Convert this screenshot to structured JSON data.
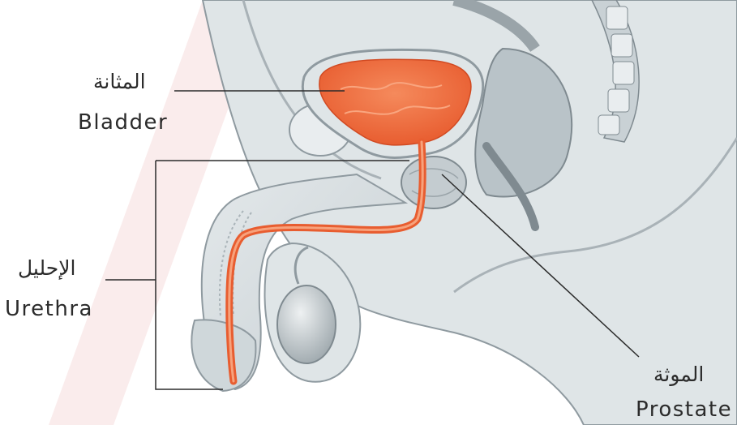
{
  "labels": {
    "bladder_ar": "المثانة",
    "bladder_en": "Bladder",
    "urethra_ar": "الإحليل",
    "urethra_en": "Urethra",
    "prostate_ar": "الموثة",
    "prostate_en": "Prostate"
  },
  "colors": {
    "organ_highlight": "#ef6a3f",
    "tissue_gray": "#d3dadd",
    "tissue_outline": "#8f9aa0",
    "background_band": "#f6dcdc",
    "leader_line": "#2b2b2b",
    "text": "#2b2b2b"
  }
}
